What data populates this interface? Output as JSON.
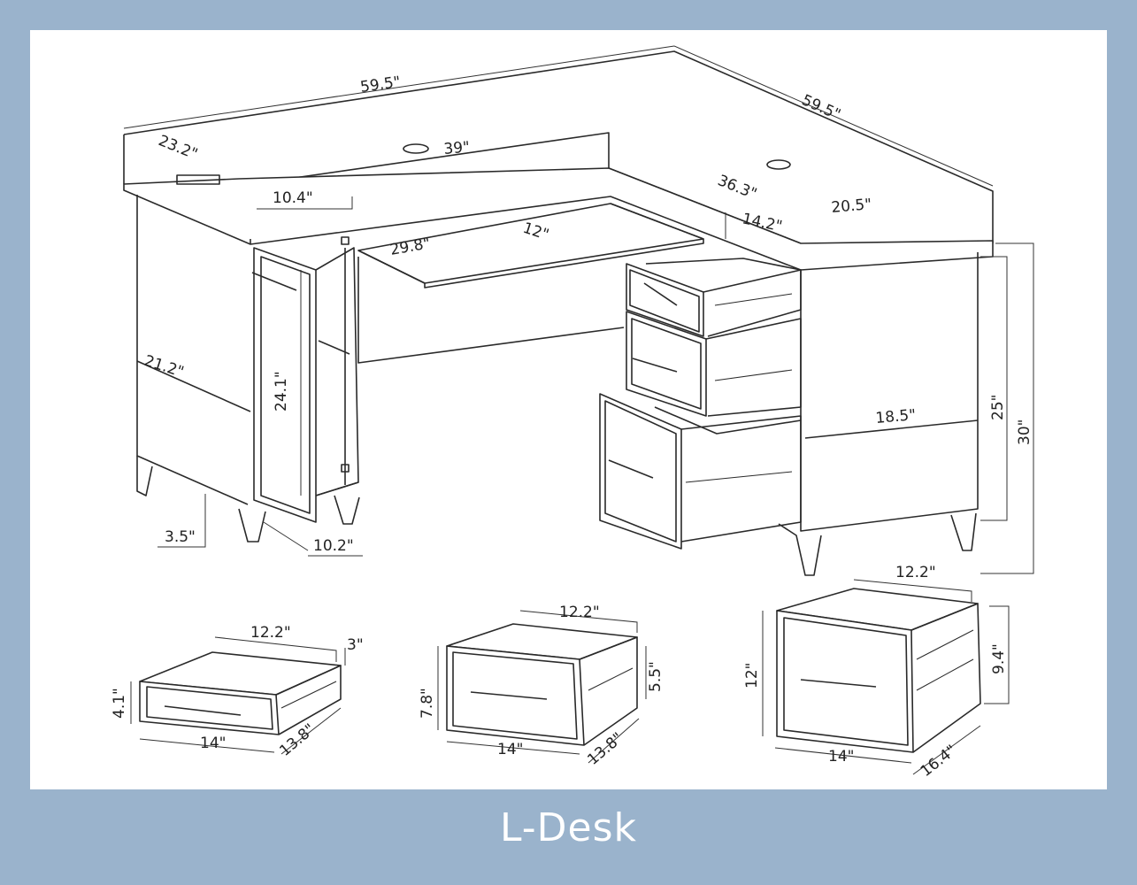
{
  "caption": "L-Desk",
  "dimensions": {
    "top_width_left": "59.5\"",
    "top_width_right": "59.5\"",
    "depth_left": "23.2\"",
    "center_span": "39\"",
    "right_span": "36.3\"",
    "right_depth": "20.5\"",
    "cubby_width": "10.4\"",
    "tray_width": "29.8\"",
    "tray_depth": "12\"",
    "drawer_opening": "14.2\"",
    "side_depth": "21.2\"",
    "door_height": "24.1\"",
    "knee_height": "25\"",
    "total_height": "30\"",
    "pedestal_depth": "18.5\"",
    "leg_height": "3.5\"",
    "cabinet_width": "10.2\""
  },
  "drawer_small": {
    "width_top": "12.2\"",
    "height": "4.1\"",
    "inner": "3\"",
    "front": "14\"",
    "depth": "13.8\""
  },
  "drawer_medium": {
    "width_top": "12.2\"",
    "height": "7.8\"",
    "inner": "5.5\"",
    "front": "14\"",
    "depth": "13.8\""
  },
  "drawer_file": {
    "width_top": "12.2\"",
    "height": "12\"",
    "inner": "9.4\"",
    "front": "14\"",
    "depth": "16.4\""
  }
}
